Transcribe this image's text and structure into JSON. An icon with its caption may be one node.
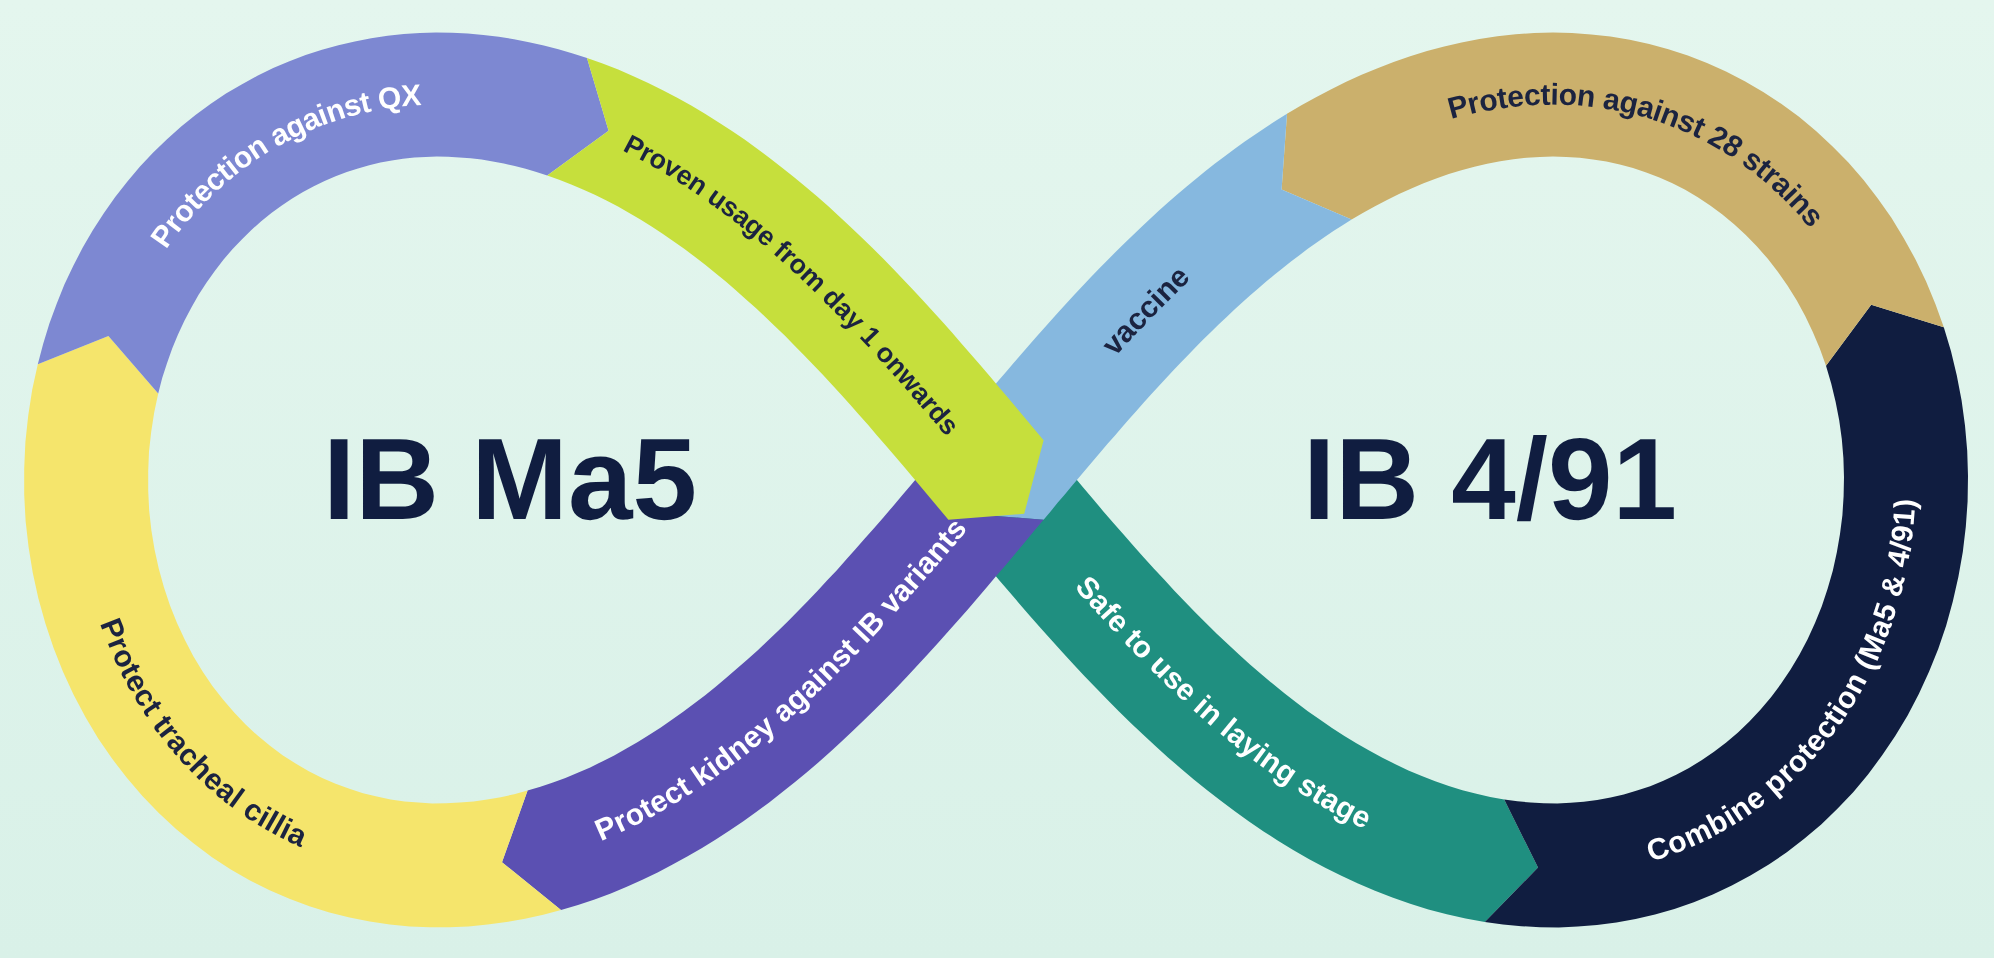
{
  "diagram": {
    "nodes": [
      {
        "text": [
          "Protection against QX"
        ]
      },
      {
        "text": [
          "Proven usage from day 1 onwards"
        ]
      },
      {
        "text": [
          "vaccine"
        ]
      },
      {
        "text": [
          "Protection against 28 strains"
        ]
      },
      {
        "text": [
          "Protect tracheal cillia"
        ]
      },
      {
        "text": [
          "Protect kidney against IB variants"
        ]
      },
      {
        "text": [
          "Safe to use in laying stage"
        ]
      },
      {
        "text": [
          "Combine protection (Ma5 & 4/91)"
        ]
      }
    ],
    "labels": [
      "IB Ma5",
      "IB 4/91"
    ]
  }
}
